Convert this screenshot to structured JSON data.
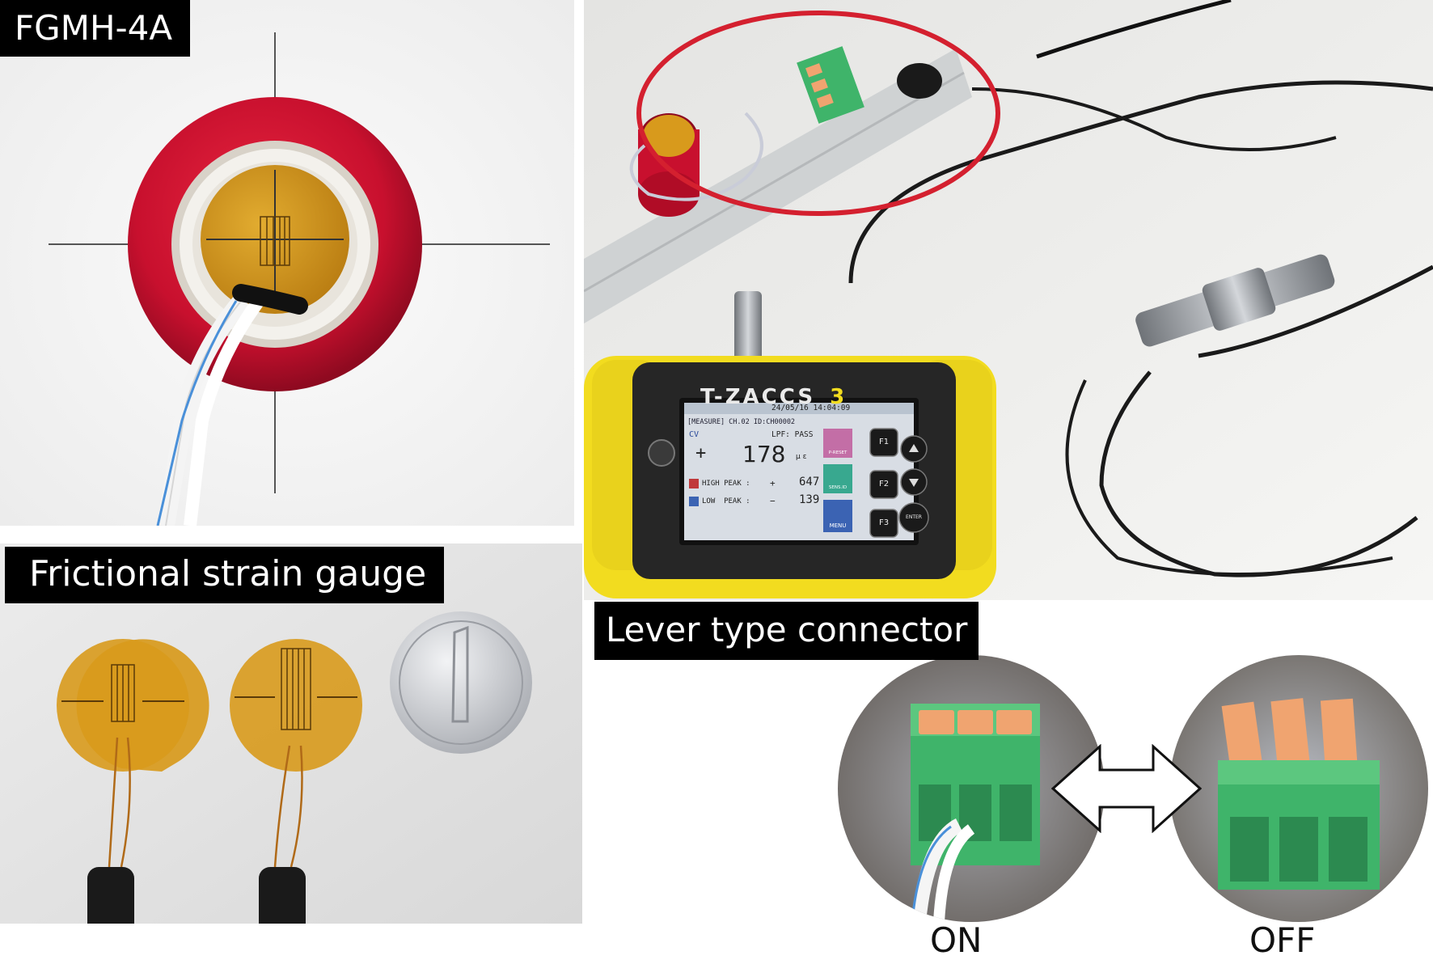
{
  "labels": {
    "fgmh": "FGMH-4A",
    "gauge": "Frictional strain gauge",
    "lever": "Lever type connector"
  },
  "device": {
    "brand": "T-ZACCS",
    "model_number": "3",
    "datetime": "24/05/16 14:04:09",
    "header_line": "[MEASURE] CH.02 ID:CH00002",
    "mode": "CV",
    "lpf": "LPF: PASS",
    "sign": "+",
    "value": "178",
    "unit": "μ ε",
    "high_peak_label": "HIGH PEAK :",
    "high_peak_sign": "+",
    "high_peak_value": "647",
    "low_peak_label": "LOW  PEAK :",
    "low_peak_sign": "−",
    "low_peak_value": "139",
    "side_btn_1": "P-RESET",
    "side_btn_2": "SENS.ID",
    "side_btn_3": "MENU",
    "key_f1": "F1",
    "key_f2": "F2",
    "key_f3": "F3",
    "key_enter": "ENTER"
  },
  "captions": {
    "on": "ON",
    "off": "OFF"
  },
  "colors": {
    "ring_red": "#c8102e",
    "kapton": "#d89a1c",
    "device_yellow": "#f2dc1f",
    "connector_green": "#3fb46a",
    "lever_orange": "#f0a470",
    "label_bg": "#000000"
  }
}
